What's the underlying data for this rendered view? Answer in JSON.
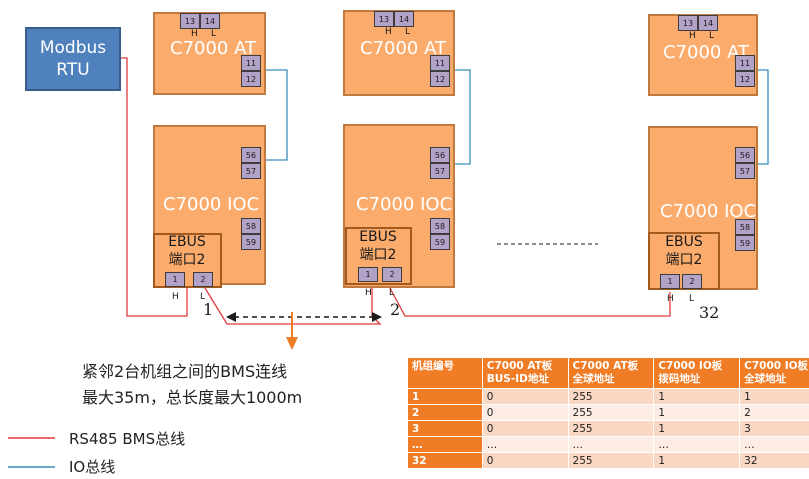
{
  "modbus": {
    "label": "Modbus\nRTU"
  },
  "units": [
    {
      "at_title": "C7000 AT",
      "ioc_title": "C7000 IOC",
      "ebus_label": "EBUS\n端口2",
      "at_top_terminals": [
        "13",
        "14"
      ],
      "at_side_terminals": [
        "11",
        "12"
      ],
      "ioc_terminals": [
        "56",
        "57",
        "58",
        "59"
      ],
      "ebus_terminals": [
        "1",
        "2"
      ],
      "hl": [
        "H",
        "L"
      ],
      "node_number": "1"
    },
    {
      "at_title": "C7000 AT",
      "ioc_title": "C7000 IOC",
      "ebus_label": "EBUS\n端口2",
      "at_top_terminals": [
        "13",
        "14"
      ],
      "at_side_terminals": [
        "11",
        "12"
      ],
      "ioc_terminals": [
        "56",
        "57",
        "58",
        "59"
      ],
      "ebus_terminals": [
        "1",
        "2"
      ],
      "hl": [
        "H",
        "L"
      ],
      "node_number": "2"
    },
    {
      "at_title": "C7000 AT",
      "ioc_title": "C7000 IOC",
      "ebus_label": "EBUS\n端口2",
      "at_top_terminals": [
        "13",
        "14"
      ],
      "at_side_terminals": [
        "11",
        "12"
      ],
      "ioc_terminals": [
        "56",
        "57",
        "58",
        "59"
      ],
      "ebus_terminals": [
        "1",
        "2"
      ],
      "hl": [
        "H",
        "L"
      ],
      "node_number": "32"
    }
  ],
  "note": "紧邻2台机组之间的BMS连线\n最大35m，总长度最大1000m",
  "legend": [
    {
      "label": "RS485 BMS总线",
      "color": "#e23b3b"
    },
    {
      "label": "IO总线",
      "color": "#3c8dbc"
    }
  ],
  "colors": {
    "rs485": "#e23b3b",
    "io": "#3c8dbc",
    "arrow": "#f07c26"
  },
  "table": {
    "headers": [
      "机组编号",
      "C7000 AT板\nBUS-ID地址",
      "C7000 AT板\n全球地址",
      "C7000 IO板\n拨码地址",
      "C7000 IO板\n全球地址"
    ],
    "rows": [
      [
        "1",
        "0",
        "255",
        "1",
        "1"
      ],
      [
        "2",
        "0",
        "255",
        "1",
        "2"
      ],
      [
        "3",
        "0",
        "255",
        "1",
        "3"
      ],
      [
        "…",
        "…",
        "…",
        "…",
        "…"
      ],
      [
        "32",
        "0",
        "255",
        "1",
        "32"
      ]
    ]
  }
}
